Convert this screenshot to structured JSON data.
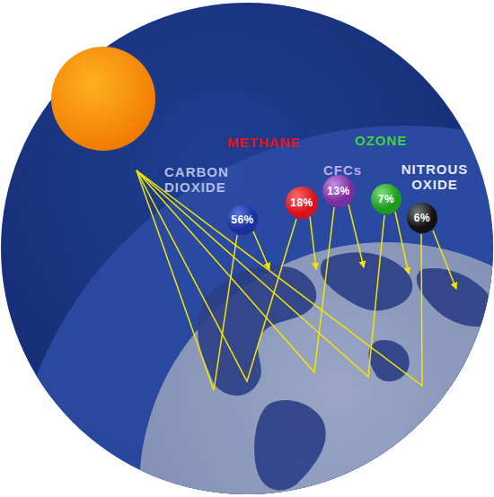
{
  "diagram": {
    "nodes": [
      {
        "text": [
          "CARBON DIOXIDE",
          "56%"
        ]
      },
      {
        "text": [
          "METHANE",
          "18%"
        ]
      },
      {
        "text": [
          "CFCs",
          "13%"
        ]
      },
      {
        "text": [
          "OZONE",
          "7%"
        ]
      },
      {
        "text": [
          "NITROUS OXIDE",
          "6%"
        ]
      }
    ]
  }
}
